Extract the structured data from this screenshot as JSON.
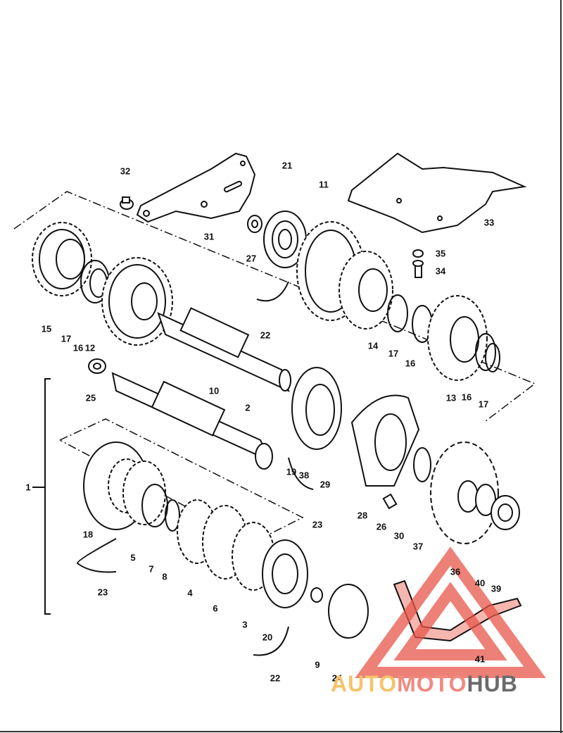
{
  "diagram": {
    "part_numbers": [
      "1",
      "2",
      "3",
      "4",
      "5",
      "6",
      "7",
      "8",
      "9",
      "10",
      "11",
      "12",
      "13",
      "14",
      "15",
      "16",
      "16",
      "16",
      "16",
      "17",
      "17",
      "17",
      "17",
      "18",
      "19",
      "20",
      "21",
      "22",
      "22",
      "23",
      "23",
      "24",
      "25",
      "26",
      "27",
      "28",
      "29",
      "30",
      "31",
      "32",
      "33",
      "34",
      "35",
      "36",
      "37",
      "38",
      "39",
      "40",
      "41"
    ]
  },
  "watermark": {
    "brand_part1": "AUTO",
    "brand_part2": "MOTO",
    "brand_part3": "HUB",
    "colors": {
      "auto": "#f6c36a",
      "moto": "#f08a80",
      "hub": "#6b6b6b",
      "triangle": "#e8564a"
    }
  }
}
